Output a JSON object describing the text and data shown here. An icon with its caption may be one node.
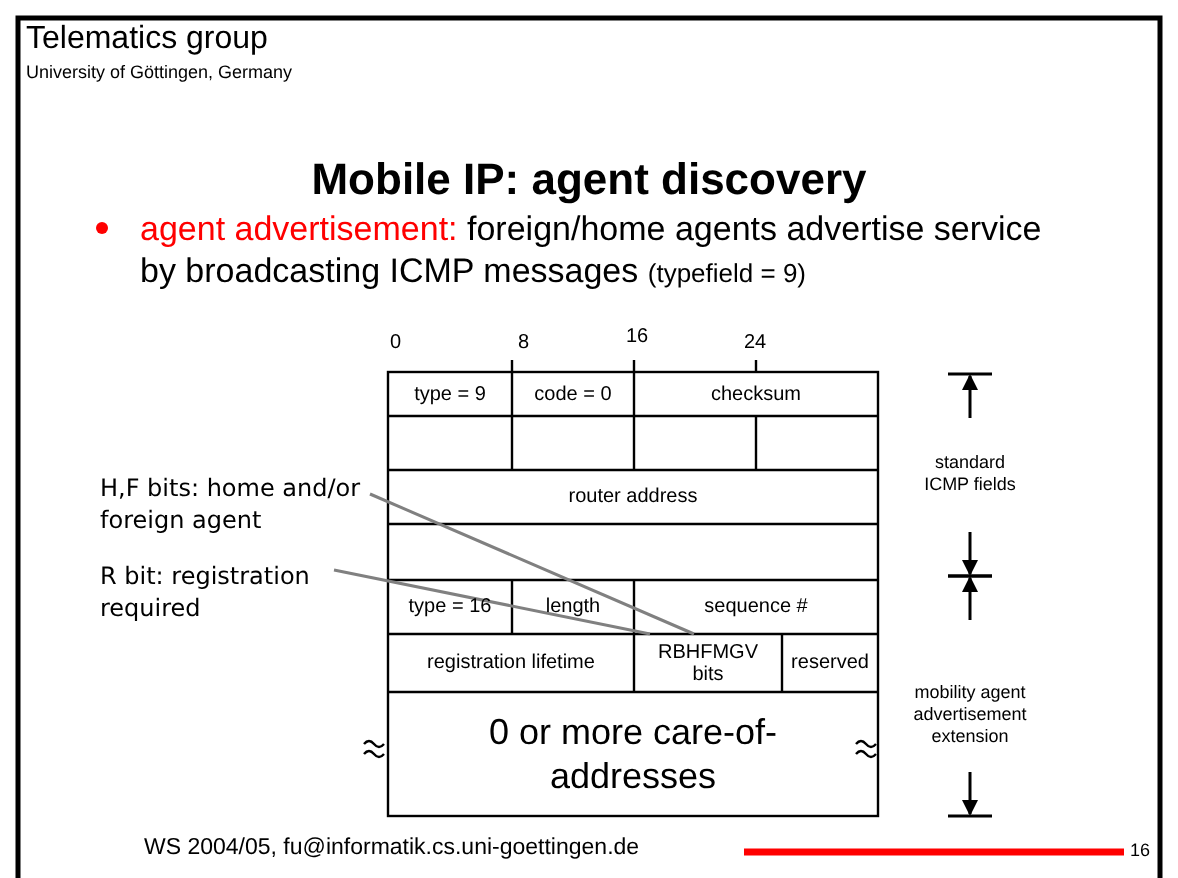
{
  "diagram": {
    "title": "Mobile IP: agent discovery",
    "nodes": [
      {
        "text": [
          "H,F bits: home and/or foreign agent"
        ]
      },
      {
        "text": [
          "R bit: registration required"
        ]
      },
      {
        "text": [
          "RBHFMGV bits"
        ]
      }
    ],
    "edges": [
      {
        "from": 0,
        "to": 2,
        "arrow": "none",
        "color": "#808080"
      },
      {
        "from": 1,
        "to": 2,
        "arrow": "none",
        "color": "#808080"
      }
    ],
    "labels": [
      "Telematics group",
      "University of Göttingen, Germany",
      "agent advertisement:",
      "foreign/home agents advertise service by broadcasting ICMP messages",
      "(typefield = 9)",
      "0",
      "8",
      "16",
      "24",
      "type = 9",
      "code = 0",
      "checksum",
      "router address",
      "type = 16",
      "length",
      "sequence #",
      "registration lifetime",
      "reserved",
      "0 or more care-of-addresses",
      "standard ICMP fields",
      "mobility agent advertisement extension",
      "WS 2004/05, fu@informatik.cs.uni-goettingen.de",
      "16"
    ]
  }
}
